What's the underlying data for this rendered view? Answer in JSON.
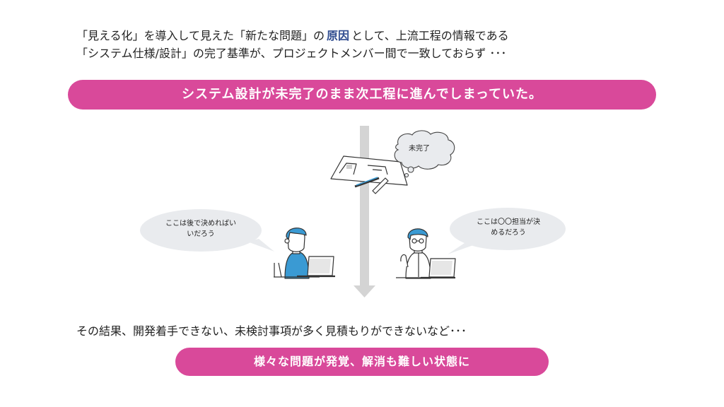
{
  "intro": {
    "line1_before": "「見える化」を導入して見えた「新たな問題」の",
    "line1_accent": "原因",
    "line1_after": "として、上流工程の情報である",
    "line2": "「システム仕様/設計」の完了基準が、プロジェクトメンバー間で一致しておらず ･･･"
  },
  "banner_top": "システム設計が未完了のまま次工程に進んでしまっていた。",
  "bubbles": {
    "design": "未完了",
    "left_line1": "ここは後で決めればい",
    "left_line2": "いだろう",
    "right_line1": "ここは〇〇担当が決",
    "right_line2": "めるだろう"
  },
  "result": "その結果、開発着手できない、未検討事項が多く見積もりができないなど･･･",
  "banner_bottom": "様々な問題が発覚、解消も難しい状態に",
  "colors": {
    "accent_pink": "#d9499a",
    "accent_navy": "#2e4b8f",
    "figure_blue": "#3a9ad3",
    "bubble_fill": "#e9ebee",
    "arrow_gray": "#d4d4d4"
  }
}
